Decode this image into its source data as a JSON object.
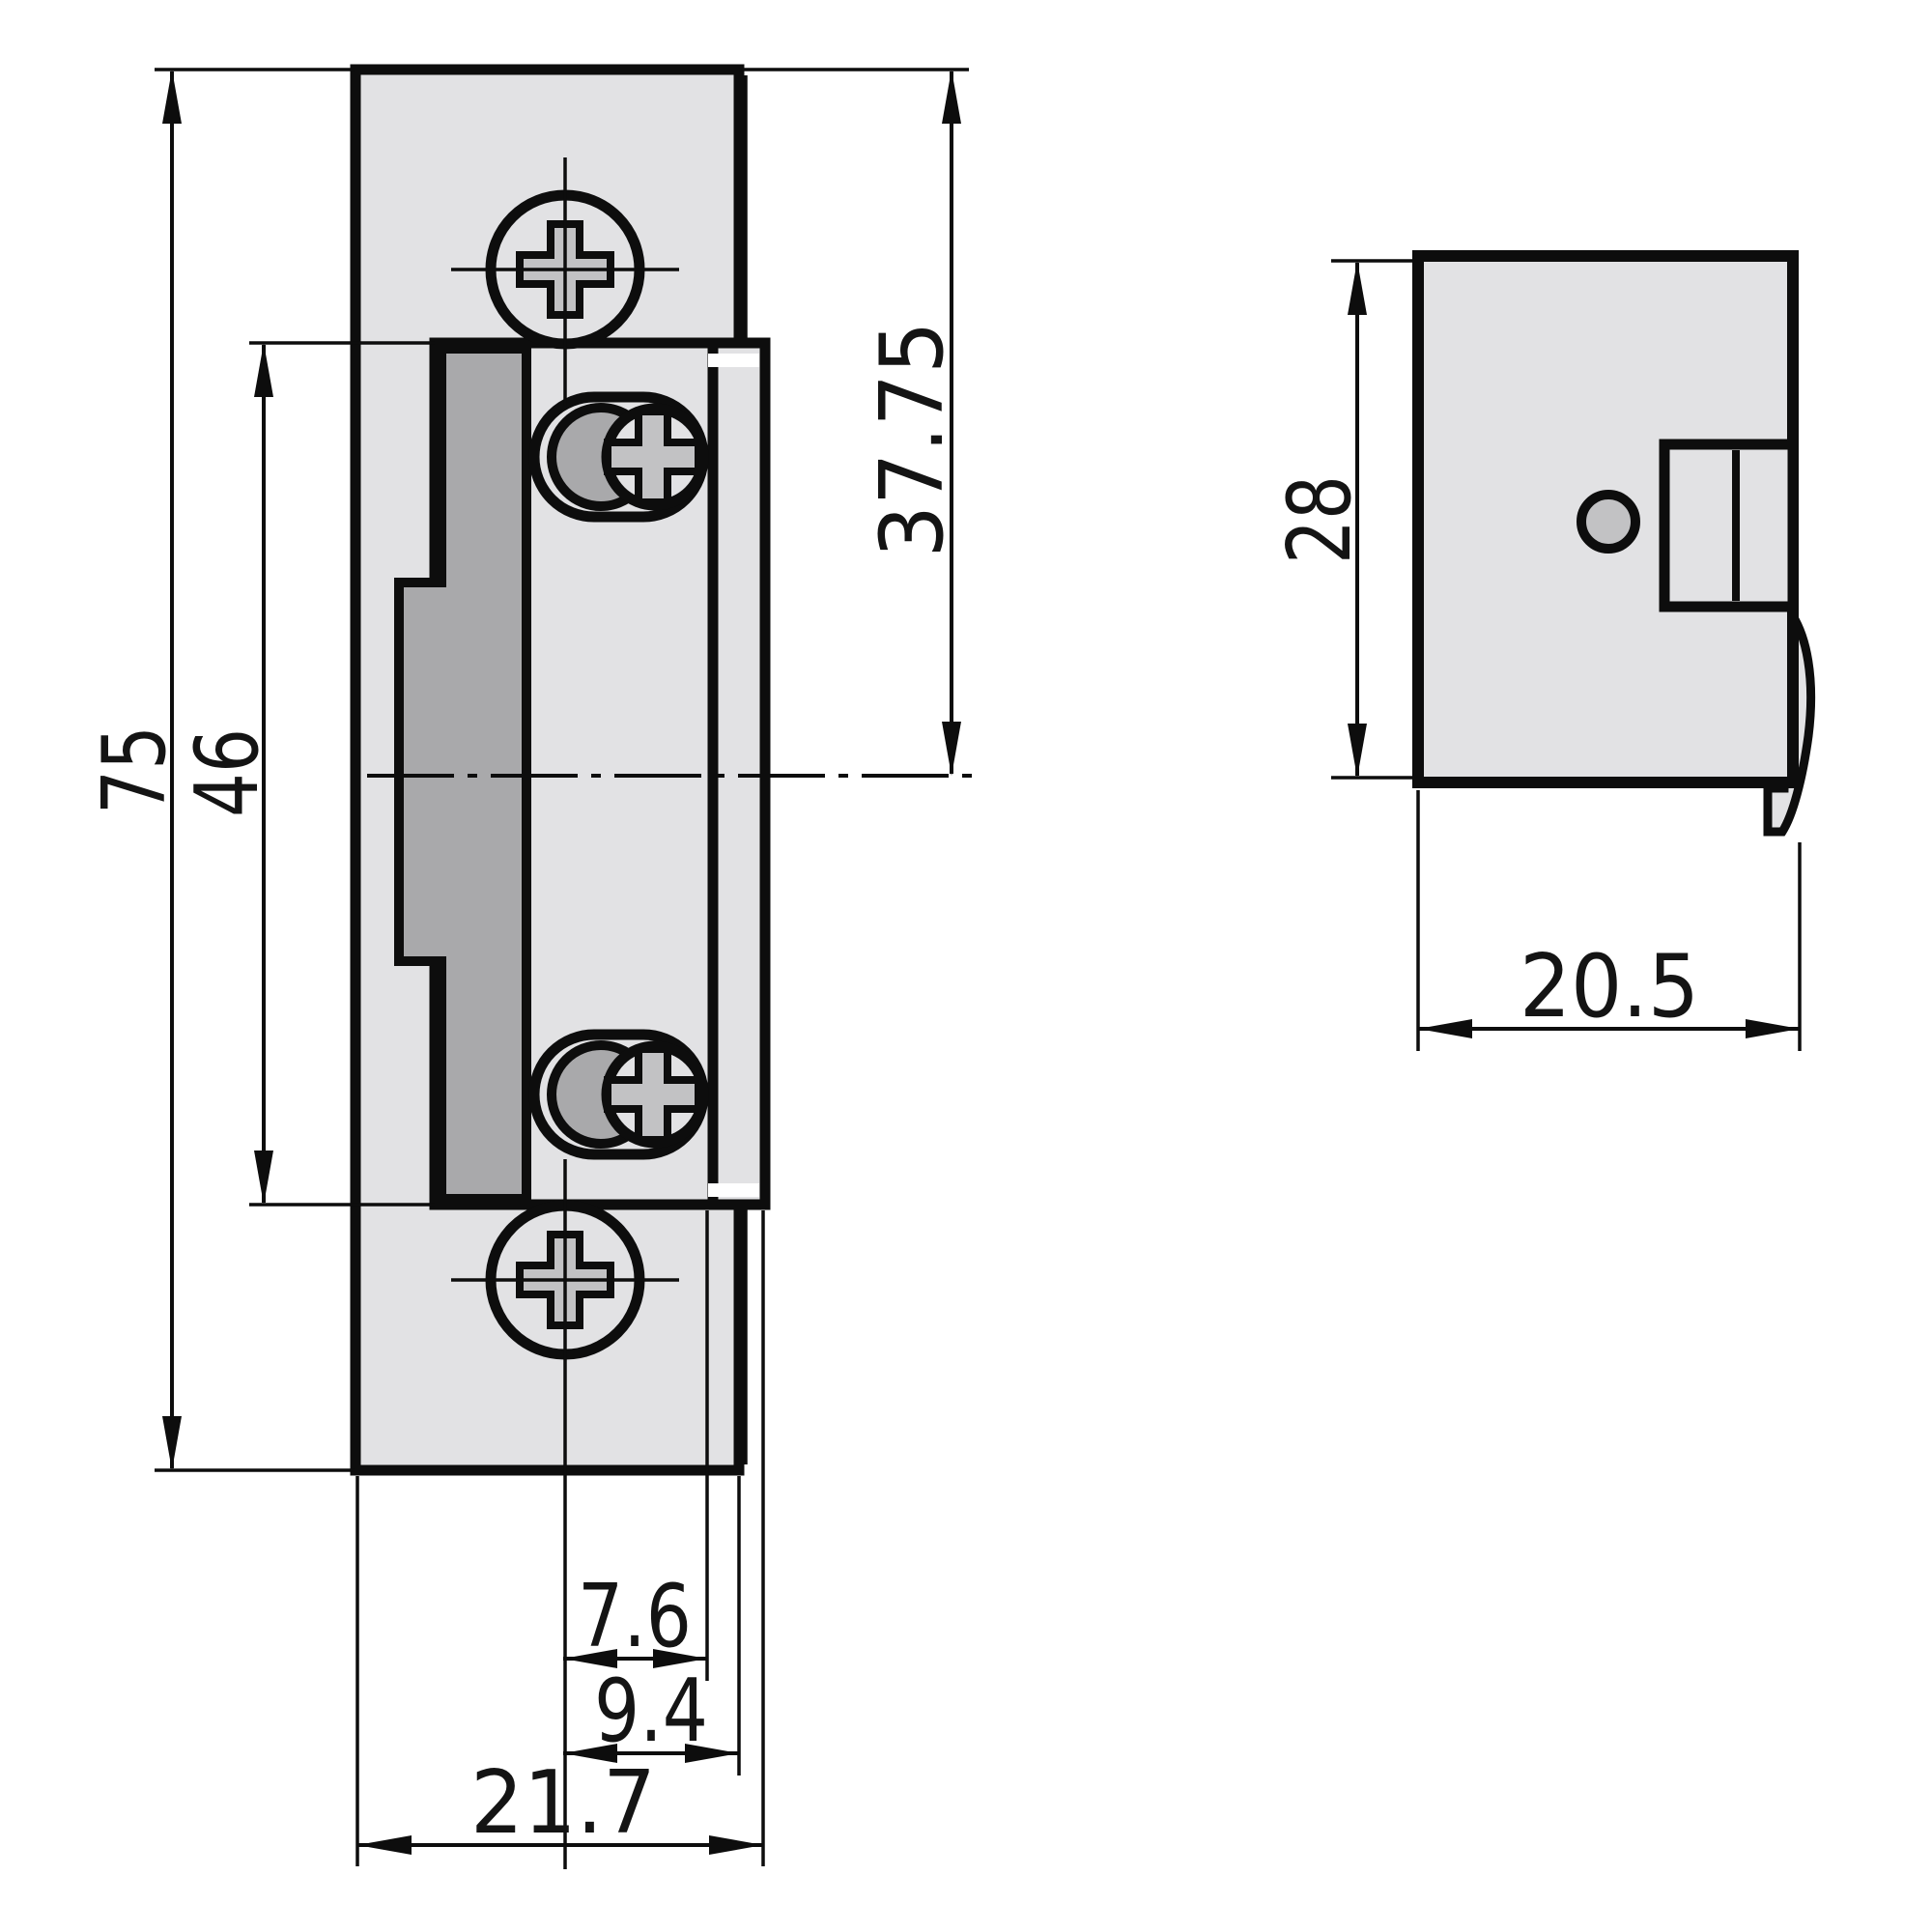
{
  "drawing": {
    "title": "Electric door strike technical drawing, front and side views",
    "colors": {
      "outline": "#0d0d0d",
      "fill_light": "#e2e2e4",
      "fill_dark": "#a9a9ab",
      "fill_mid": "#c2c2c4",
      "background": "#ffffff"
    },
    "dimensions": {
      "front_total_height": "75",
      "front_body_height": "46",
      "front_top_to_center": "37.75",
      "front_center_to_body_edge": "7.6",
      "front_center_to_plate_edge": "9.4",
      "front_total_width": "21.7",
      "side_height": "28",
      "side_depth": "20.5"
    }
  }
}
